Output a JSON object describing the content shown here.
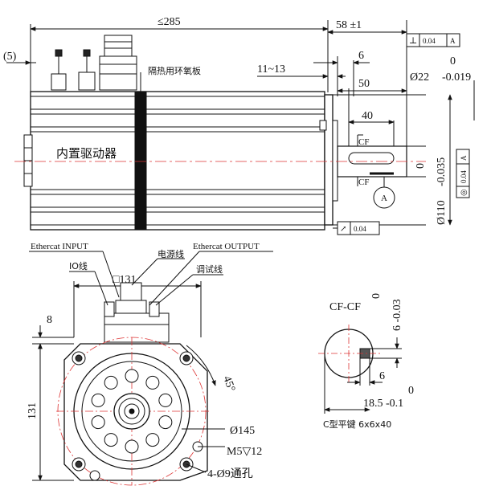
{
  "side_view": {
    "overall_length": "≤285",
    "shaft_length": "58 ±1",
    "flange_offset": "(5)",
    "key_length_range": "11~13",
    "shaft_step": "6",
    "shaft_end": "50",
    "key_length": "40",
    "shaft_dia": "Ø22",
    "shaft_dia_tol_upper": "0",
    "shaft_dia_tol_lower": "-0.019",
    "pilot_dia": "Ø110",
    "pilot_dia_tol_upper": "0",
    "pilot_dia_tol_lower": "-0.035",
    "epoxy_label": "隔热用环氧板",
    "driver_label": "内置驱动器",
    "section_mark": "CF",
    "datum": "A",
    "perp_symbol": "⊥",
    "perp_value": "0.04",
    "perp_datum": "A",
    "runout_symbol": "↗",
    "runout_value": "0.04",
    "conc_symbol": "◎",
    "conc_value": "0.04",
    "conc_datum": "A"
  },
  "front_view": {
    "ethercat_input": "Ethercat INPUT",
    "ethercat_output": "Ethercat OUTPUT",
    "power_line": "电源线",
    "io_line": "IO线",
    "debug_line": "调试线",
    "square_size": "□131",
    "height_offset": "8",
    "height": "131",
    "angle": "45°",
    "bolt_circle": "Ø145",
    "thread": "M5▽12",
    "holes": "4-Ø9通孔"
  },
  "key_section": {
    "title": "CF-CF",
    "depth_tol_upper": "0",
    "depth_value": "6 -0.03",
    "width": "6",
    "height_tol_upper": "0",
    "height_value": "18.5 -0.1",
    "caption": "C型平键 6x6x40"
  }
}
